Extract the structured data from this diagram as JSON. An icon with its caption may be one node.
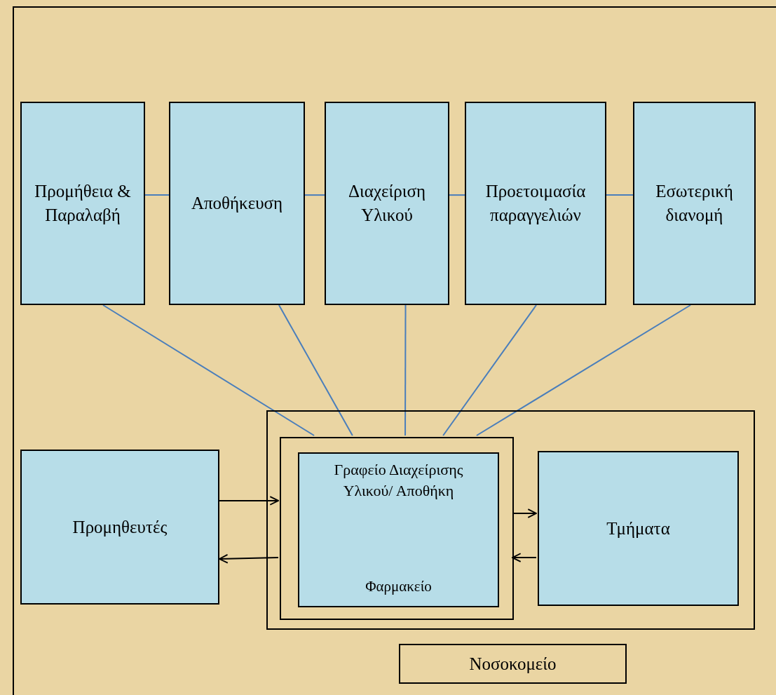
{
  "diagram": {
    "nodes": [
      {
        "text": [
          "Προμήθεια & Παραλαβή"
        ]
      },
      {
        "text": [
          "Αποθήκευση"
        ]
      },
      {
        "text": [
          "Διαχείριση Υλικού"
        ]
      },
      {
        "text": [
          "Προετοιμασία παραγγελιών"
        ]
      },
      {
        "text": [
          "Εσωτερική διανομή"
        ]
      },
      {
        "text": [
          "Προμηθευτές"
        ]
      },
      {
        "text": [
          "Νοσοκομείο"
        ]
      },
      {
        "text": [],
        "shape": "box",
        "in": 6
      },
      {
        "text": [
          "Γραφείο Διαχείρισης Υλικού/ Αποθήκη",
          "Φαρμακείο"
        ],
        "in": 7
      },
      {
        "text": [
          "Τμήματα"
        ],
        "in": 6
      }
    ],
    "edges": [
      {
        "from": 0,
        "to": 1,
        "arrow": "none"
      },
      {
        "from": 1,
        "to": 2,
        "arrow": "none"
      },
      {
        "from": 2,
        "to": 3,
        "arrow": "none"
      },
      {
        "from": 3,
        "to": 4,
        "arrow": "none"
      },
      {
        "from": 0,
        "to": 7,
        "arrow": "none"
      },
      {
        "from": 1,
        "to": 7,
        "arrow": "none"
      },
      {
        "from": 2,
        "to": 7,
        "arrow": "none"
      },
      {
        "from": 3,
        "to": 7,
        "arrow": "none"
      },
      {
        "from": 4,
        "to": 7,
        "arrow": "none"
      },
      {
        "from": 5,
        "to": 7,
        "arrow": "to",
        "color": "#000000"
      },
      {
        "from": 7,
        "to": 5,
        "arrow": "to",
        "color": "#000000"
      },
      {
        "from": 7,
        "to": 9,
        "arrow": "to",
        "color": "#000000"
      },
      {
        "from": 9,
        "to": 7,
        "arrow": "to",
        "color": "#000000"
      }
    ]
  }
}
